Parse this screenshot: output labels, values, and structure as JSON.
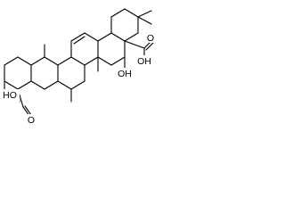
{
  "molecule": {
    "labels": {
      "acid_carbonyl_o": "O",
      "acid_hydroxyl": "OH",
      "ring_hydroxyl": "HO",
      "aldehyde_o": "O",
      "oh_c16": "OH"
    }
  }
}
